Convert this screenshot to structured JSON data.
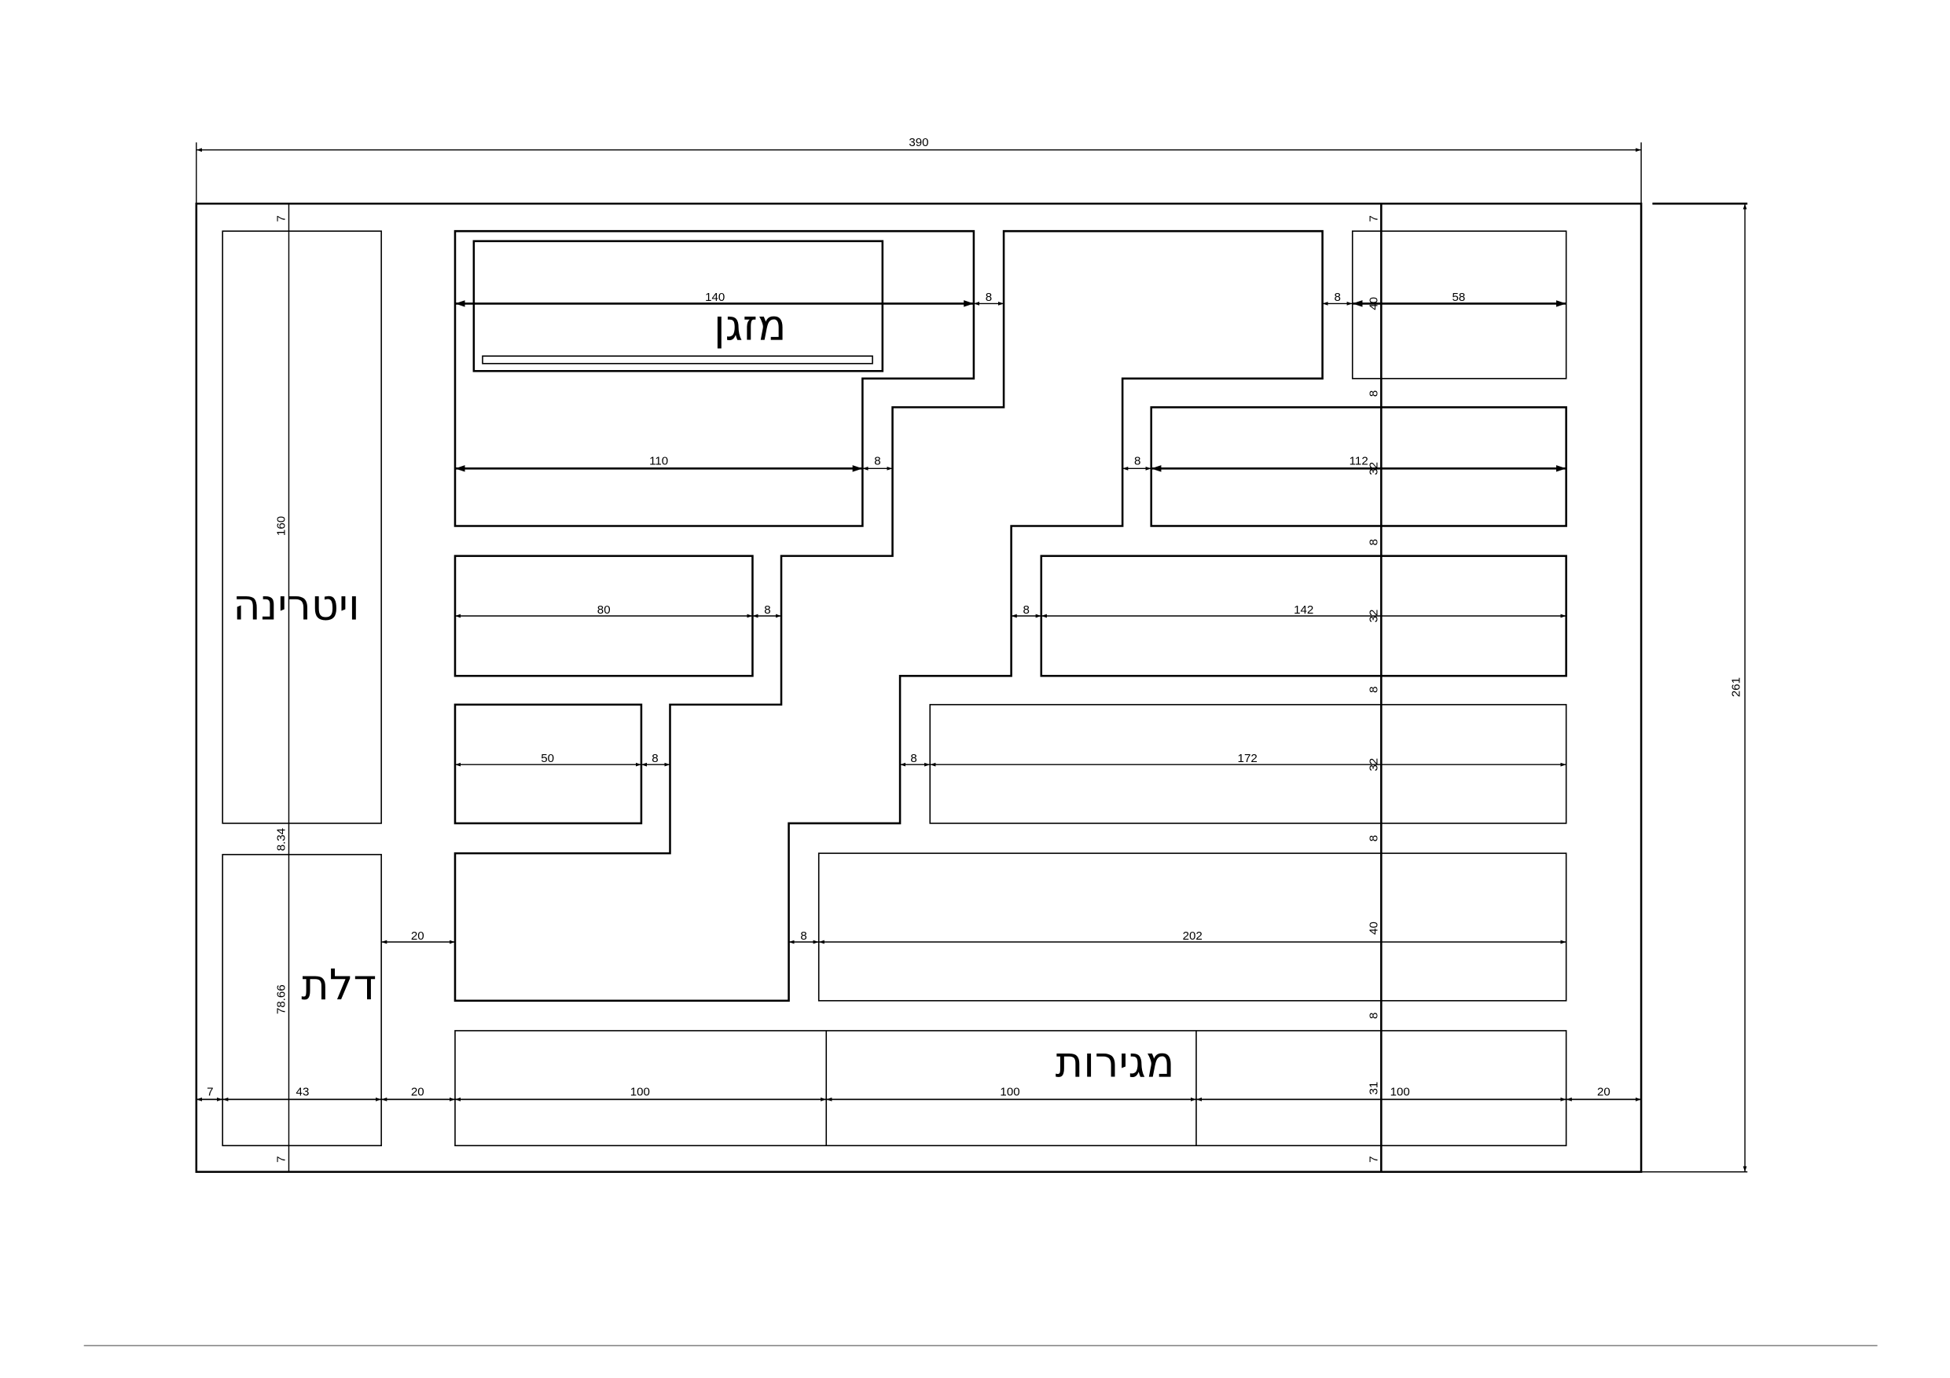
{
  "labels": {
    "ac": "מזגן",
    "vitrine": "ויטרינה",
    "door": "דלת",
    "drawers": "מגירות"
  },
  "dimensions": {
    "total_width": "390",
    "total_height": "261",
    "left_col": {
      "top_gap": "7",
      "vitrine_height": "160",
      "gap": "8.34",
      "door_height": "78.66",
      "bottom_gap": "7"
    },
    "ac_width": "140",
    "ac_gap": "8",
    "row2_width": "110",
    "row2_gap": "8",
    "row3_width": "80",
    "row3_gap": "8",
    "row4_width": "50",
    "row4_gap": "8",
    "door_gap": "20",
    "right": {
      "r1_gap": "8",
      "r1_width": "58",
      "r2_gap": "8",
      "r2_width": "112",
      "r3_gap": "8",
      "r3_width": "142",
      "r4_gap": "8",
      "r4_width": "172",
      "r5_gap": "8",
      "r5_width": "202"
    },
    "bottom": {
      "left_margin": "7",
      "door_width": "43",
      "gap": "20",
      "drawer1": "100",
      "drawer2": "100",
      "drawer3": "100",
      "right_margin": "20"
    },
    "right_vertical": [
      "7",
      "40",
      "8",
      "32",
      "8",
      "32",
      "8",
      "32",
      "8",
      "40",
      "8",
      "31",
      "7"
    ]
  }
}
